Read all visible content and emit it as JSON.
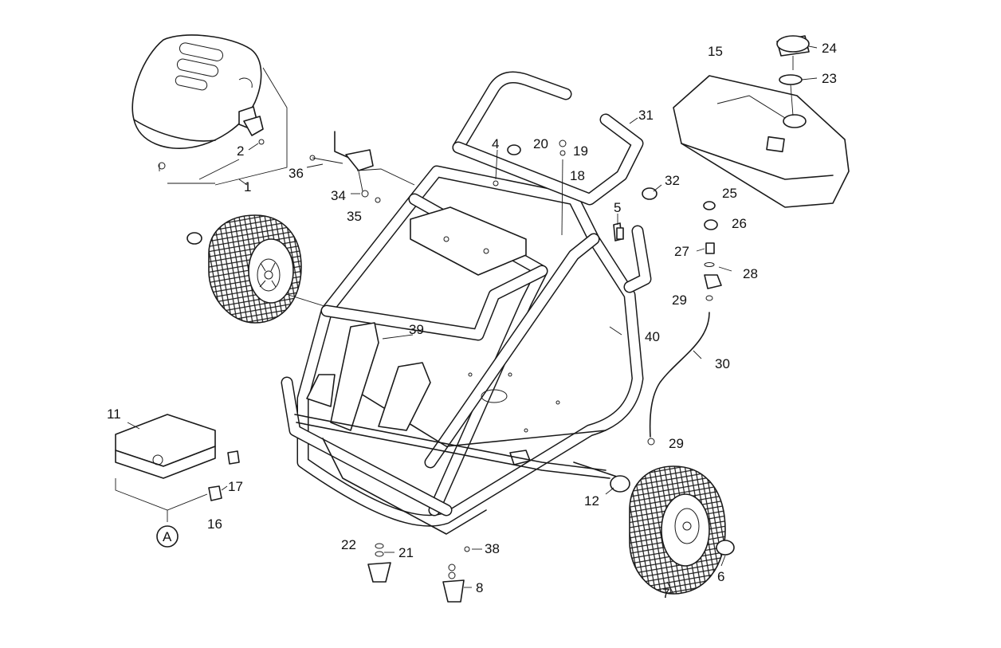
{
  "labels": {
    "p1": "1",
    "p2": "2",
    "p4": "4",
    "p5": "5",
    "p6": "6",
    "p7": "7",
    "p8": "8",
    "p11": "11",
    "p12": "12",
    "p15": "15",
    "p16": "16",
    "p17": "17",
    "p18": "18",
    "p19": "19",
    "p20": "20",
    "p21": "21",
    "p22": "22",
    "p23": "23",
    "p24": "24",
    "p25": "25",
    "p26": "26",
    "p27": "27",
    "p28": "28",
    "p29a": "29",
    "p29b": "29",
    "p30": "30",
    "p31": "31",
    "p32": "32",
    "p34": "34",
    "p35": "35",
    "p36": "36",
    "p38": "38",
    "p39": "39",
    "p40": "40"
  },
  "marker": {
    "a": "A"
  },
  "colors": {
    "line": "#1a1a1a",
    "background": "#ffffff"
  }
}
